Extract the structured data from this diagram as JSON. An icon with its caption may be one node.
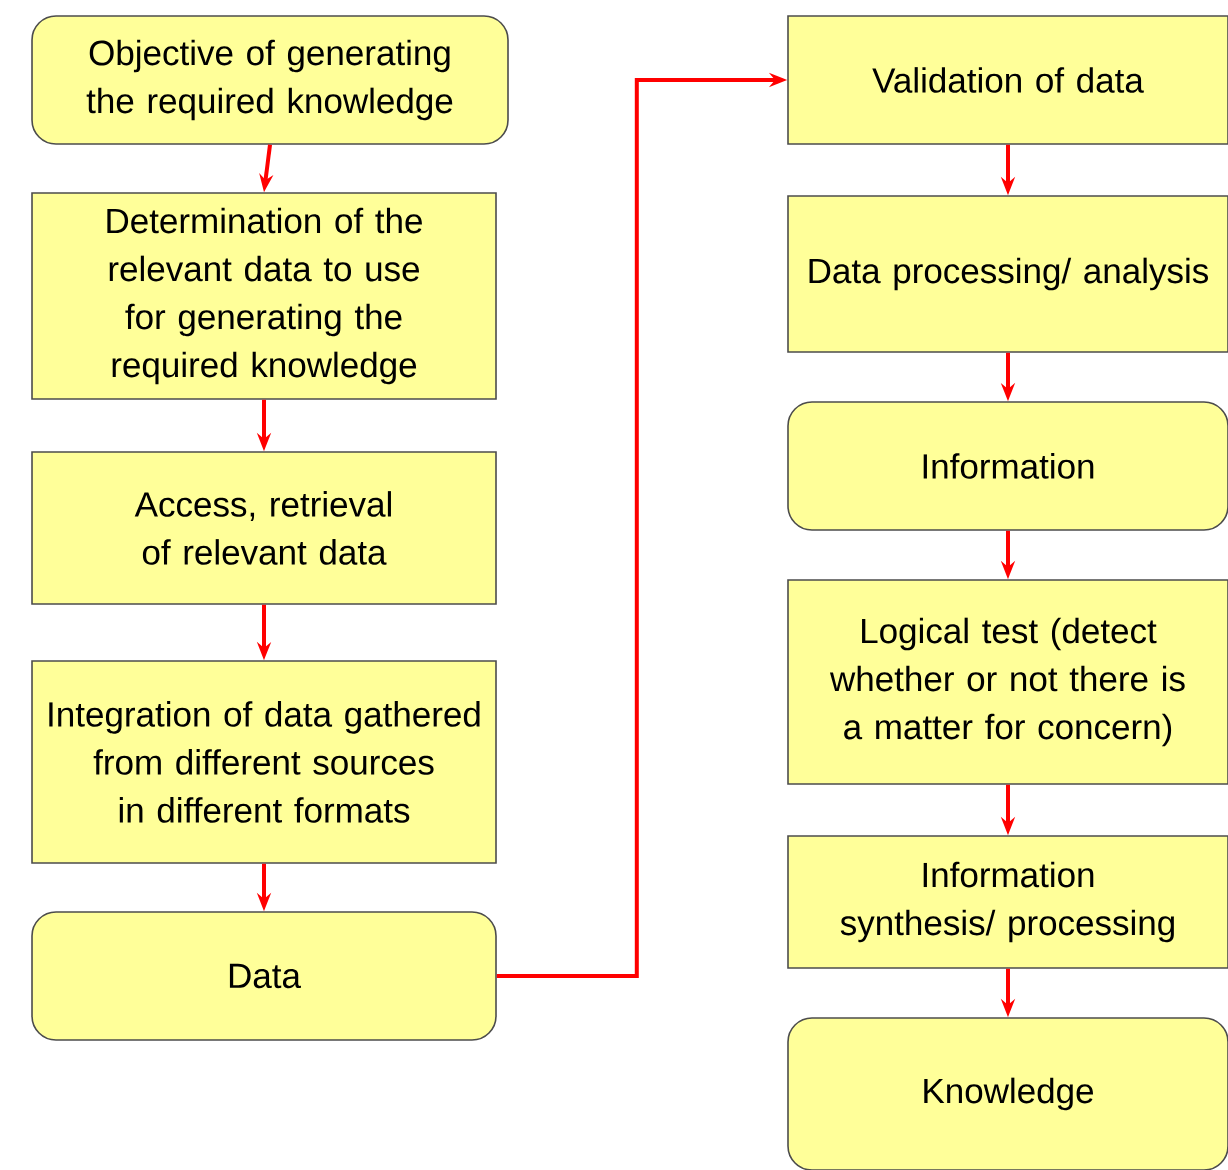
{
  "diagram": {
    "nodes": [
      {
        "text": [
          "Objective of generating the required knowledge"
        ]
      },
      {
        "text": [
          "Determination of the relevant data to use for generating the required knowledge"
        ]
      },
      {
        "text": [
          "Access, retrieval of relevant data"
        ]
      },
      {
        "text": [
          "Integration of data gathered from different sources in different formats"
        ]
      },
      {
        "text": [
          "Data"
        ]
      },
      {
        "text": [
          "Validation of data"
        ]
      },
      {
        "text": [
          "Data processing/ analysis"
        ]
      },
      {
        "text": [
          "Information"
        ]
      },
      {
        "text": [
          "Logical test (detect whether or not there is a matter for concern)"
        ]
      },
      {
        "text": [
          "Information synthesis/ processing"
        ]
      },
      {
        "text": [
          "Knowledge"
        ]
      }
    ],
    "edges": [
      {
        "from": 0,
        "to": 1,
        "arrow": "to"
      },
      {
        "from": 1,
        "to": 2,
        "arrow": "to"
      },
      {
        "from": 2,
        "to": 3,
        "arrow": "to"
      },
      {
        "from": 3,
        "to": 4,
        "arrow": "to"
      },
      {
        "from": 4,
        "to": 5,
        "arrow": "to"
      },
      {
        "from": 5,
        "to": 6,
        "arrow": "to"
      },
      {
        "from": 6,
        "to": 7,
        "arrow": "to"
      },
      {
        "from": 7,
        "to": 8,
        "arrow": "to"
      },
      {
        "from": 8,
        "to": 9,
        "arrow": "to"
      },
      {
        "from": 9,
        "to": 10,
        "arrow": "to"
      }
    ]
  }
}
